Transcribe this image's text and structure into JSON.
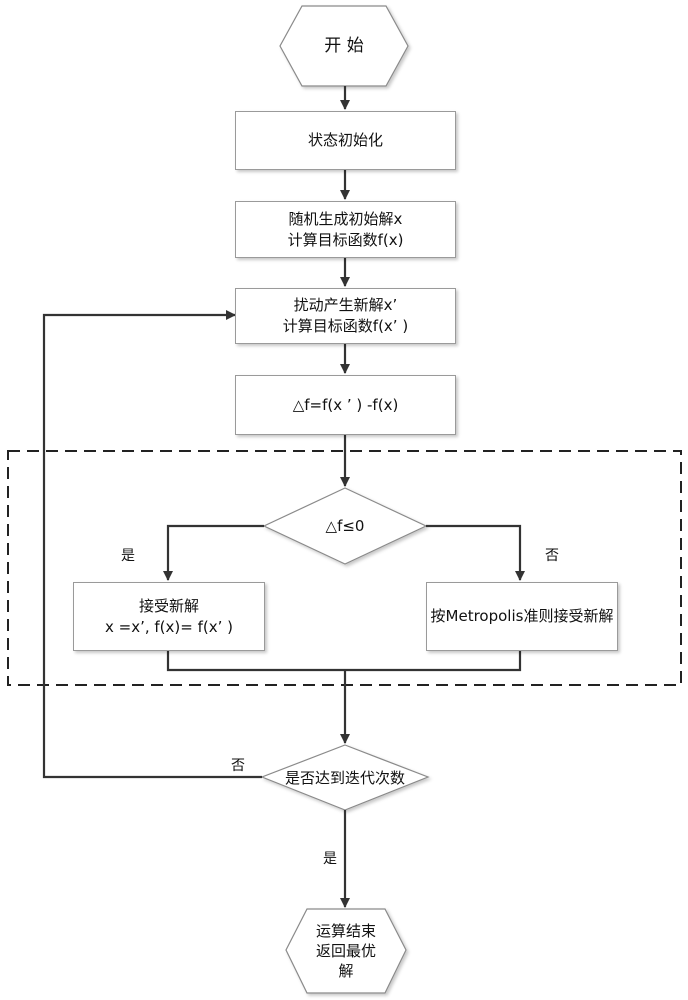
{
  "diagram": {
    "start": "开 始",
    "init": "状态初始化",
    "gen_line1": "随机生成初始解x",
    "gen_line2": "计算目标函数f(x)",
    "perturb_line1": "扰动产生新解x’",
    "perturb_line2": "计算目标函数f(x’ )",
    "delta": "△f=f(x ’ ) -f(x)",
    "decision": "△f≤0",
    "yes_label": "是",
    "no_label": "否",
    "accept_line1": "接受新解",
    "accept_line2": "x =x’, f(x)= f(x’ )",
    "metropolis": "按Metropolis准则接受新解",
    "iter_check": "是否达到迭代次数",
    "iter_no": "否",
    "iter_yes": "是",
    "end_line1": "运算结束",
    "end_line2": "返回最优",
    "end_line3": "解"
  }
}
